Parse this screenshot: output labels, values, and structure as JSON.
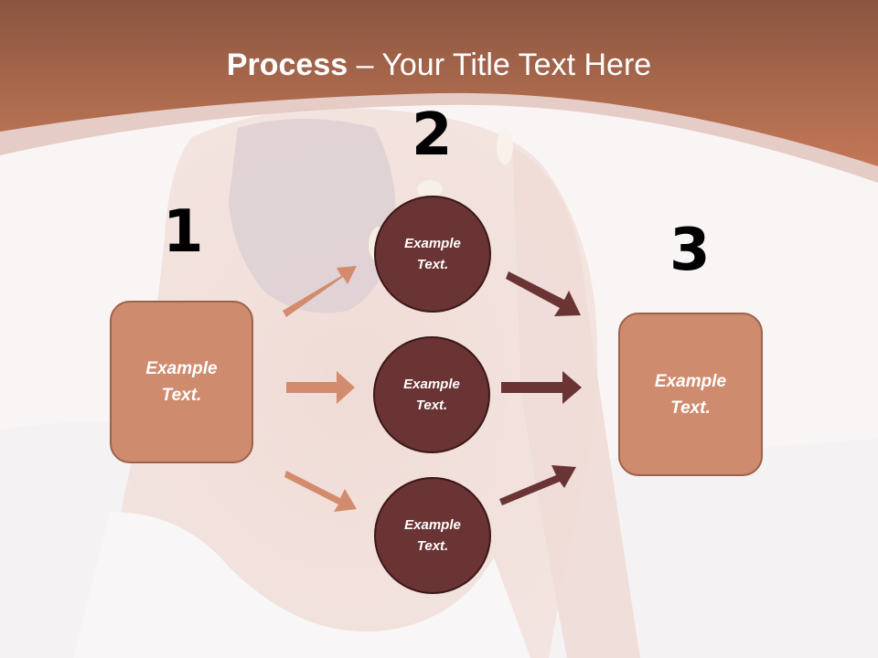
{
  "slide": {
    "title_strong": "Process",
    "title_rest": " – Your Title Text Here",
    "colors": {
      "header_top": "#8a5540",
      "header_bottom": "#c37857",
      "arc_band": "#e2c4bd",
      "box_fill": "#cf8b6e",
      "box_border": "#9b624c",
      "circle_fill": "#6a3334",
      "circle_border": "#3b1718",
      "arrow_light": "#d28b6d",
      "arrow_dark": "#6a3334"
    }
  },
  "steps": {
    "one": {
      "number": "1",
      "box": {
        "line1": "Example",
        "line2": "Text."
      }
    },
    "two": {
      "number": "2",
      "circles": [
        {
          "line1": "Example",
          "line2": "Text."
        },
        {
          "line1": "Example",
          "line2": "Text."
        },
        {
          "line1": "Example",
          "line2": "Text."
        }
      ]
    },
    "three": {
      "number": "3",
      "box": {
        "line1": "Example",
        "line2": "Text."
      }
    }
  }
}
